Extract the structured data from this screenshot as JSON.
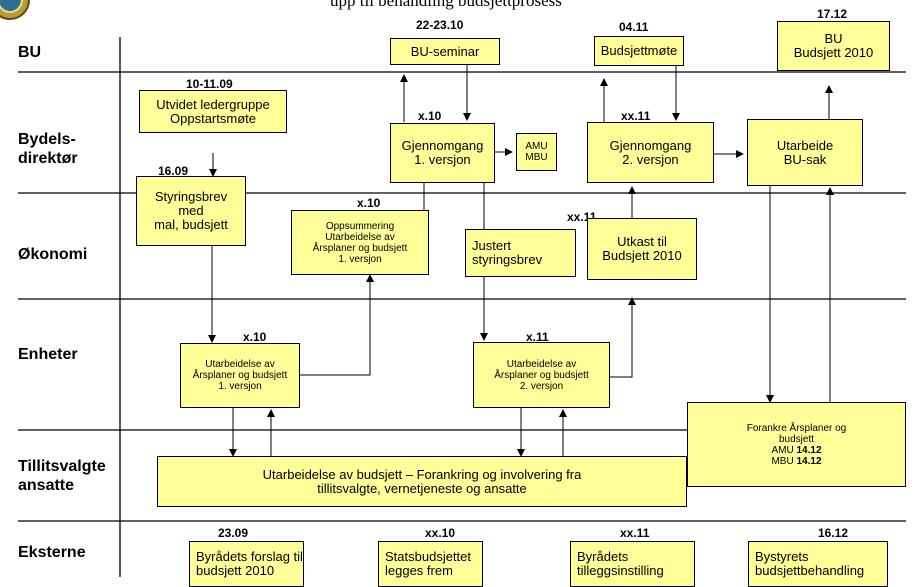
{
  "header_partial": "upp til behandling budsjettprosess",
  "lanes": {
    "bu": "BU",
    "bydel": "Bydels-\ndirektør",
    "okonomi": "Økonomi",
    "enheter": "Enheter",
    "tillit": "Tillitsvalgte\nansatte",
    "eksterne": "Eksterne"
  },
  "boxes": {
    "bu_seminar": "BU-seminar",
    "budsjettmote": "Budsjettmøte",
    "bu_budsjett": "BU\nBudsjett 2010",
    "utvidet": "Utvidet ledergruppe\nOppstartsmøte",
    "gjennomgang1": "Gjennomgang\n1. versjon",
    "amu_mbu": "AMU\nMBU",
    "gjennomgang2": "Gjennomgang\n2. versjon",
    "utarbeide_busak": "Utarbeide\nBU-sak",
    "styringsbrev": "Styringsbrev\nmed\nmal, budsjett",
    "oppsummering": "Oppsummering\nUtarbeidelse av\nÅrsplaner og budsjett\n1. versjon",
    "justert": "Justert\nstyringsbrev",
    "utkast": "Utkast til\nBudsjett 2010",
    "utarb1": "Utarbeidelse av\nÅrsplaner og budsjett\n1. versjon",
    "utarb2": "Utarbeidelse av\nÅrsplaner og budsjett\n2. versjon",
    "forankre": "Forankre Årsplaner og\nbudsjett",
    "forankre_amu": "AMU",
    "forankre_amu_date": "14.12",
    "forankre_mbu": "MBU",
    "forankre_mbu_date": "14.12",
    "tillit_box": "Utarbeidelse av budsjett   – Forankring og involvering fra\ntillitsvalgte,  vernetjeneste og ansatte",
    "ekst1": "Byrådets forslag til\nbudsjett 2010",
    "ekst2": "Statsbudsjettet\nlegges frem",
    "ekst3": "Byrådets\ntilleggsinstilling",
    "ekst4": "Bystyrets\nbudsjettbehandling"
  },
  "dates": {
    "d_22_23_10": "22-23.10",
    "d_04_11": "04.11",
    "d_17_12": "17.12",
    "d_10_11_09": "10-11.09",
    "d_16_09": "16.09",
    "d_x10_gj": "x.10",
    "d_xx11_gj": "xx.11",
    "d_x10_opp": "x.10",
    "d_xx11_utk": "xx.11",
    "d_x10_enh": "x.10",
    "d_x11_enh": "x.11",
    "d_23_09": "23.09",
    "d_xx10_ekst": "xx.10",
    "d_xx11_ekst": "xx.11",
    "d_16_12": "16.12"
  },
  "colors": {
    "box_fill": "#ffff99",
    "line": "#000000"
  }
}
